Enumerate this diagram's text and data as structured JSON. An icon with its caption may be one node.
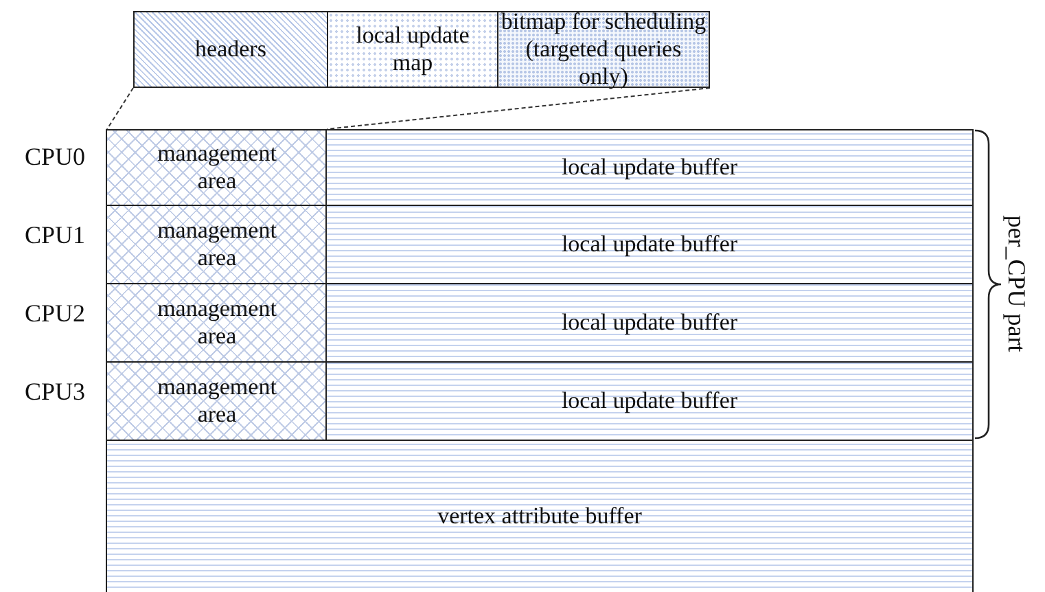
{
  "diagram": {
    "nodes": [
      {
        "text": [
          "headers"
        ]
      },
      {
        "text": [
          "local update map"
        ]
      },
      {
        "text": [
          "bitmap for scheduling (targeted queries only)"
        ]
      },
      {
        "text": [
          "management area"
        ]
      },
      {
        "text": [
          "local update buffer"
        ]
      },
      {
        "text": [
          "management area"
        ]
      },
      {
        "text": [
          "local update buffer"
        ]
      },
      {
        "text": [
          "management area"
        ]
      },
      {
        "text": [
          "local update buffer"
        ]
      },
      {
        "text": [
          "management area"
        ]
      },
      {
        "text": [
          "local update buffer"
        ]
      },
      {
        "text": [
          "vertex attribute buffer"
        ]
      }
    ],
    "edges": [
      {
        "from": 0,
        "to": 3,
        "arrow": "none",
        "style": "dashed"
      },
      {
        "from": 2,
        "to": 3,
        "arrow": "none",
        "style": "dashed"
      }
    ],
    "labels": [
      "CPU0",
      "CPU1",
      "CPU2",
      "CPU3",
      "per_CPU part"
    ]
  }
}
